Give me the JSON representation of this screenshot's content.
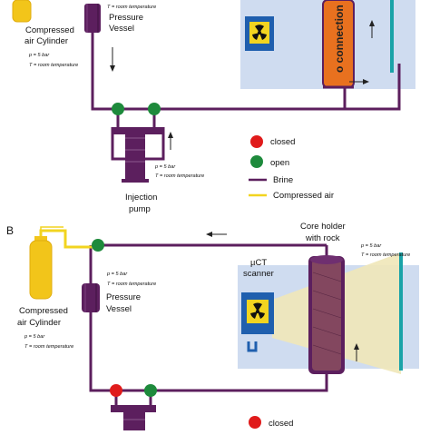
{
  "panel_a": {
    "cylinder_label_line1": "Compressed",
    "cylinder_label_line2": "air Cylinder",
    "cylinder_p": "p = 5 bar",
    "cylinder_t": "T = room temperature",
    "vessel_t": "T = room temperature",
    "vessel_label_line1": "Pressure",
    "vessel_label_line2": "Vessel",
    "core_connection_text": "o connection",
    "pump_p": "p = 5 bar",
    "pump_t": "T = room temperature",
    "pump_label_line1": "Injection",
    "pump_label_line2": "pump"
  },
  "legend_a": {
    "closed": "closed",
    "open": "open",
    "brine": "Brine",
    "compressed_air": "Compressed air"
  },
  "panel_b": {
    "panel_letter": "B",
    "core_holder_line1": "Core holder",
    "core_holder_line2": "with rock",
    "core_p": "p = 5 bar",
    "core_t": "T = room temperature",
    "vessel_p": "p = 5 bar",
    "vessel_t": "T = room temperature",
    "vessel_label_line1": "Pressure",
    "vessel_label_line2": "Vessel",
    "cylinder_label_line1": "Compressed",
    "cylinder_label_line2": "air Cylinder",
    "cylinder_p": "p = 5 bar",
    "cylinder_t": "T = room temperature",
    "scanner_line1": "µCT",
    "scanner_line2": "scanner"
  },
  "legend_b": {
    "closed": "closed"
  },
  "colors": {
    "brine": "#5c1f5e",
    "compressed_air": "#f2d420",
    "valve_open": "#1e8a3c",
    "valve_closed": "#e01b1b",
    "core_orange": "#e8711f",
    "scanner_panel": "#cfdcf0",
    "detector": "#1aa3a8",
    "beam": "#efe7b8"
  }
}
